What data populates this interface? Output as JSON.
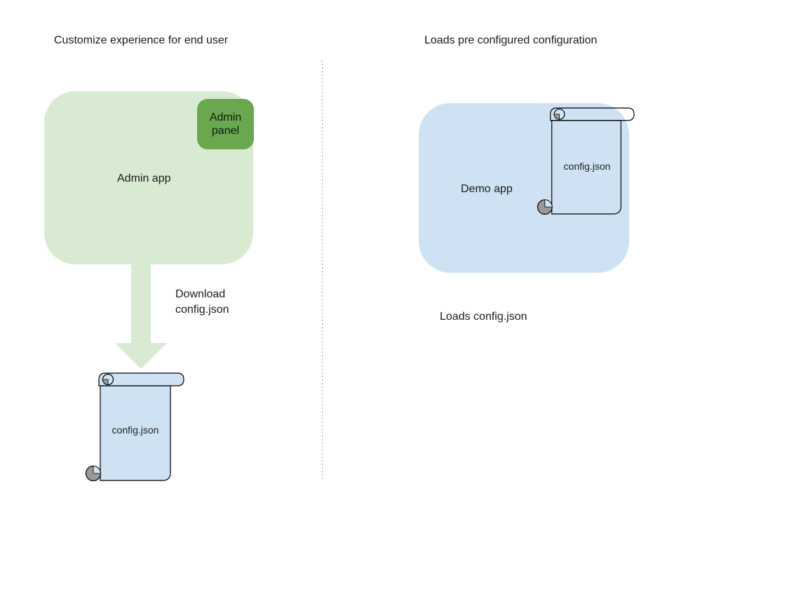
{
  "colors": {
    "light_green": "#d9ead3",
    "green": "#6aa84f",
    "light_blue": "#cfe2f3",
    "roll_gray": "#999999",
    "divider_gray": "#999999",
    "text_dark": "#1a1a1a"
  },
  "left": {
    "title": "Customize experience for end user",
    "admin_app_label": "Admin app",
    "admin_panel_label": "Admin\npanel",
    "download_label": "Download\nconfig.json",
    "scroll_label": "config.json"
  },
  "right": {
    "title": "Loads pre configured configuration",
    "demo_app_label": "Demo app",
    "scroll_label": "config.json",
    "caption": "Loads config.json"
  }
}
